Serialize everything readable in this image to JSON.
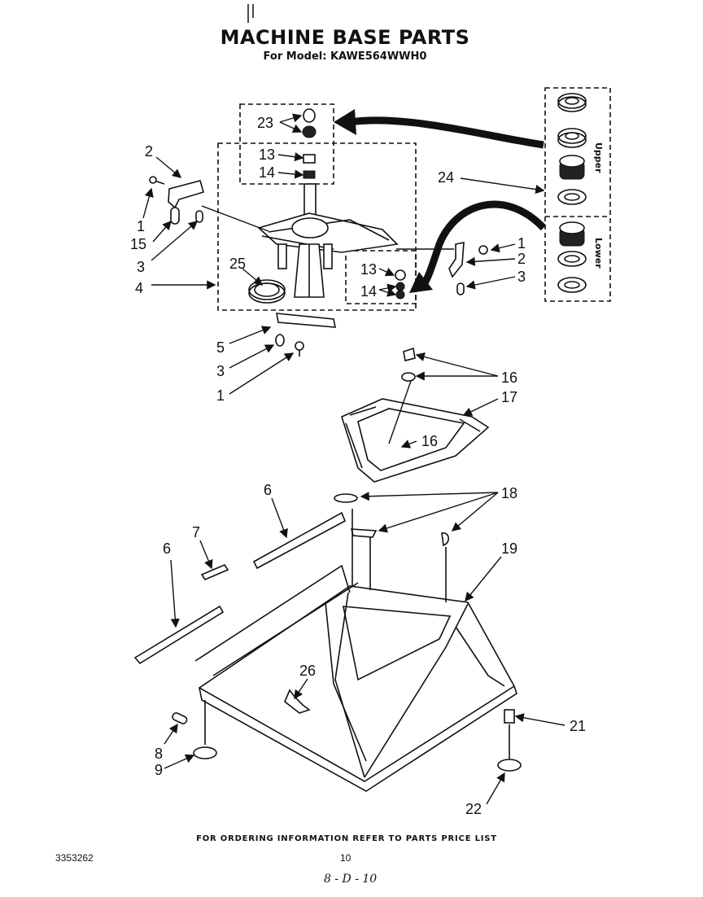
{
  "header": {
    "title": "MACHINE BASE PARTS",
    "model": "For Model: KAWE564WWH0"
  },
  "callouts": {
    "c23": "23",
    "c13a": "13",
    "c14a": "14",
    "c2a": "2",
    "c1a": "1",
    "c15": "15",
    "c3a": "3",
    "c25": "25",
    "c4": "4",
    "c24": "24",
    "c1b": "1",
    "c2b": "2",
    "c3b": "3",
    "c13b": "13",
    "c14b": "14",
    "c5": "5",
    "c3c": "3",
    "c1c": "1",
    "c16a": "16",
    "c16b": "16",
    "c17": "17",
    "c18": "18",
    "c19": "19",
    "c6a": "6",
    "c6b": "6",
    "c7": "7",
    "c26": "26",
    "c8": "8",
    "c9": "9",
    "c21": "21",
    "c22": "22"
  },
  "bearing_panel": {
    "upper_label": "Upper",
    "lower_label": "Lower"
  },
  "footer": {
    "ordering_note": "FOR ORDERING INFORMATION REFER TO PARTS PRICE LIST",
    "document_number": "3353262",
    "page_number": "10",
    "handwritten_note": "8 - D - 10"
  }
}
